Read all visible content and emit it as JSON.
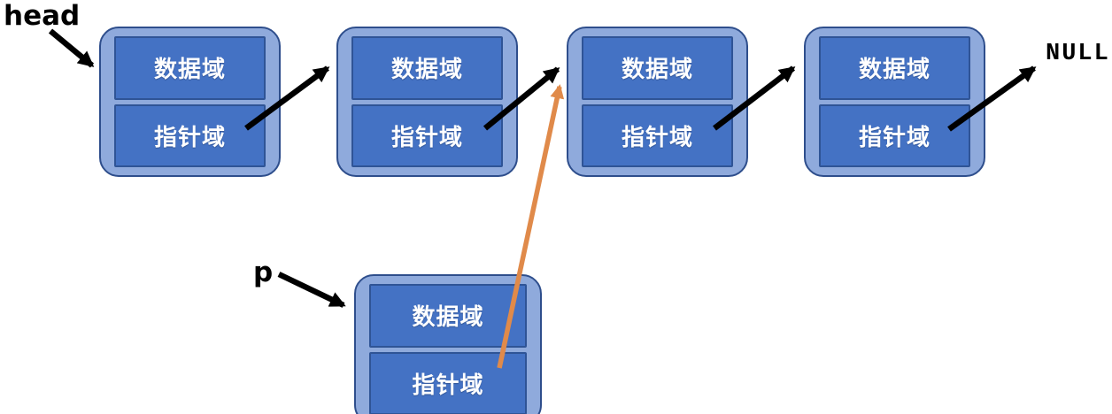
{
  "diagram": {
    "type": "singly-linked-list",
    "labels": {
      "head": "head",
      "p": "p",
      "null": "NULL"
    },
    "nodes": [
      {
        "name": "node-1",
        "data_field": "数据域",
        "pointer_field": "指针域"
      },
      {
        "name": "node-2",
        "data_field": "数据域",
        "pointer_field": "指针域"
      },
      {
        "name": "node-3",
        "data_field": "数据域",
        "pointer_field": "指针域"
      },
      {
        "name": "node-4",
        "data_field": "数据域",
        "pointer_field": "指针域"
      },
      {
        "name": "p-node",
        "data_field": "数据域",
        "pointer_field": "指针域"
      }
    ],
    "connections": [
      {
        "from": "head",
        "to": "node-1",
        "color": "black"
      },
      {
        "from": "node-1.pointer_field",
        "to": "node-2",
        "color": "black"
      },
      {
        "from": "node-2.pointer_field",
        "to": "node-3",
        "color": "black"
      },
      {
        "from": "node-3.pointer_field",
        "to": "node-4",
        "color": "black"
      },
      {
        "from": "node-4.pointer_field",
        "to": "NULL",
        "color": "black"
      },
      {
        "from": "p",
        "to": "p-node",
        "color": "black"
      },
      {
        "from": "p-node.pointer_field",
        "to": "node-3",
        "color": "orange"
      }
    ],
    "colors": {
      "node_fill": "#8FAADC",
      "node_border": "#2E4E8C",
      "cell_fill": "#4472C4",
      "cell_border": "#2F5496",
      "cell_text": "#FFFFFF",
      "arrow_black": "#000000",
      "arrow_orange": "#E08A4A",
      "background": "#FFFFFF"
    }
  }
}
